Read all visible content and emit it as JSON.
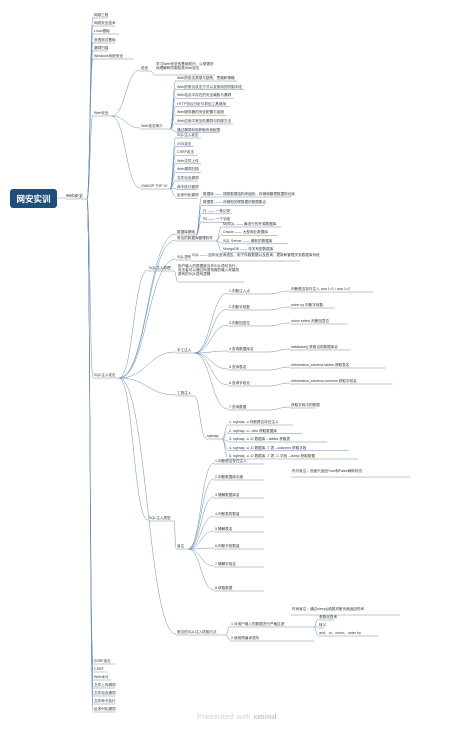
{
  "root": {
    "title": "网安实训"
  },
  "level1": {
    "items": [
      {
        "id": "kfts",
        "label": "Web安全"
      }
    ]
  },
  "level2": {
    "items": [
      {
        "id": "hw",
        "label": "网络工程"
      },
      {
        "id": "netbase",
        "label": "网络安全技术"
      },
      {
        "id": "linux",
        "label": "Linux基础"
      },
      {
        "id": "websafe",
        "label": "渗透测试基础"
      },
      {
        "id": "ms",
        "label": "漏洞扫描"
      },
      {
        "id": "winserver",
        "label": "Windows系统安全"
      },
      {
        "id": "web",
        "label": "Web安全"
      },
      {
        "id": "sqli",
        "label": "SQL注入攻击"
      },
      {
        "id": "ssrf",
        "label": "SSRF攻击"
      },
      {
        "id": "csrf",
        "label": "CSRF"
      },
      {
        "id": "webshell",
        "label": "Web木马"
      },
      {
        "id": "upload",
        "label": "文件上传漏洞"
      },
      {
        "id": "include",
        "label": "文件包含漏洞"
      },
      {
        "id": "fexec",
        "label": "文件命令执行"
      },
      {
        "id": "deser",
        "label": "反序列化漏洞"
      }
    ]
  },
  "web_section": {
    "intro": "前言",
    "intro_note": "学习Web安全的基础知识，以便更好地理解和防御各类Web攻击",
    "web_attack": "Web攻击简介",
    "web_attack_items": [
      "Web的攻击类型与趋势、思路和策略",
      "Web的常见攻击方式以及常用的防御手段",
      "Web站点中存在的安全威胁与漏洞",
      "HTTP协议分析与抓包工具使用",
      "Web服务器的安全配置与加固",
      "Web应用中常见的漏洞与防御方法",
      "通过漏洞利用获取系统权限"
    ],
    "owasp": "OWASP TOP 10",
    "owasp_items": [
      "SQL注入攻击",
      "XSS攻击",
      "CSRF攻击",
      "Web文件上传",
      "Web漏洞扫描",
      "文件包含漏洞",
      "命令执行漏洞",
      "反序列化漏洞"
    ]
  },
  "sqli_section": {
    "db_basic": "数据库基础",
    "db_basic_items": [
      "数据库 —— 按照数据结构来组织、存储和管理数据的仓库",
      "数据表 —— 存储相关联数据的数据集合",
      "行 —— 一条记录",
      "列 —— 一个字段"
    ],
    "db_types": "常见的数据库管理软件",
    "db_types_items": [
      "MySQL —— 最流行的开源数据库",
      "Oracle —— 大型商业数据库",
      "SQL Server —— 微软的数据库",
      "MongoDB —— 非关系型数据库"
    ],
    "sql_def": "SQL语句",
    "sql_def_note": "SQL —— 结构化查询语言，用于存取数据以及查询、更新和管理关系数据库系统",
    "sqli_principle": "SQL注入原理",
    "sqli_principle_note": "用户输入的数据被当作SQL语句执行，攻击者可以通过构造特殊的输入来篡改原有的SQL语句逻辑",
    "manual": "手工注入",
    "manual_steps": [
      "1.判断注入点",
      "2.判断字段数",
      "3.判断回显位",
      "4.查询数据库名",
      "5.查询表名",
      "6.查询字段名",
      "7.查询数据"
    ],
    "union_steps": [
      "判断是否存在注入 and 1=1 / and 1=2",
      "order by 判断字段数",
      "union select 判断回显位",
      "database() 获取当前数据库名",
      "information_schema.tables 获取表名",
      "information_schema.columns 获取字段名",
      "获取字段中的数据"
    ],
    "tool": "工具注入",
    "tool_items": [
      "1. sqlmap -u 判断是否存在注入",
      "2. sqlmap -u --dbs 获取数据库",
      "3. sqlmap -u -D 数据库 --tables 获取表",
      "4. sqlmap -u -D 数据库 -T 表 --columns 获取字段",
      "5. sqlmap -u -D 数据库 -T 表 -C 字段 --dump 获取数据"
    ],
    "blind": "SQL注入类型",
    "blind_sub": "盲注",
    "blind_items": [
      "1.判断是否存在注入",
      "2.判断数据库长度",
      "3.猜解数据库名",
      "4.判断表的数量",
      "5.猜解表名",
      "6.判断字段数量",
      "7.猜解字段名",
      "8.获取数据"
    ],
    "boolean_note": "布尔盲注：页面只返回True和False两种状态",
    "time_note": "时间盲注：通过sleep()函数判断页面返回时间",
    "defense": "常见的SQL注入防御方法",
    "defense_items": [
      "1.对用户输入的数据进行严格过滤",
      "2.使用预编译语句"
    ],
    "defense_sub": [
      "参数化查询",
      "转义",
      "and、or、union、order by"
    ]
  },
  "watermark": {
    "prefix": "Presented with",
    "brand": "xmind"
  }
}
